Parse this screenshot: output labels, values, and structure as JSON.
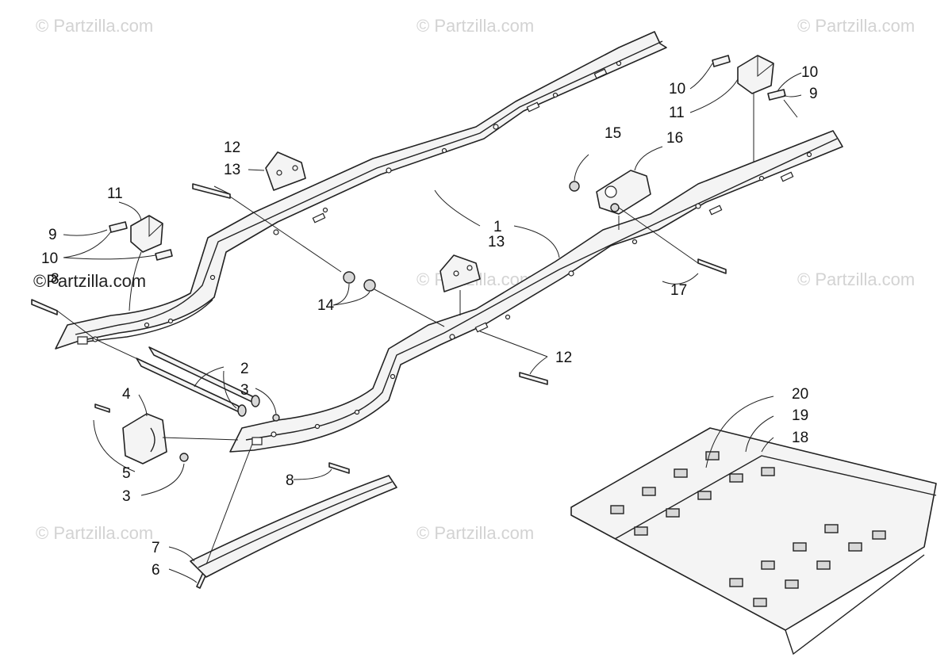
{
  "watermarks": {
    "text": "© Partzilla.com",
    "dark_text": "©Partzilla.com"
  },
  "callouts": {
    "c1": "1",
    "c2": "2",
    "c3a": "3",
    "c3b": "3",
    "c4": "4",
    "c5": "5",
    "c6": "6",
    "c7": "7",
    "c8a": "8",
    "c8b": "8",
    "c9a": "9",
    "c9b": "9",
    "c10a": "10",
    "c10b": "10",
    "c10c": "10",
    "c11a": "11",
    "c11b": "11",
    "c12a": "12",
    "c12b": "12",
    "c13a": "13",
    "c13b": "13",
    "c14": "14",
    "c15": "15",
    "c16": "16",
    "c17": "17",
    "c18": "18",
    "c19": "19",
    "c20": "20"
  }
}
